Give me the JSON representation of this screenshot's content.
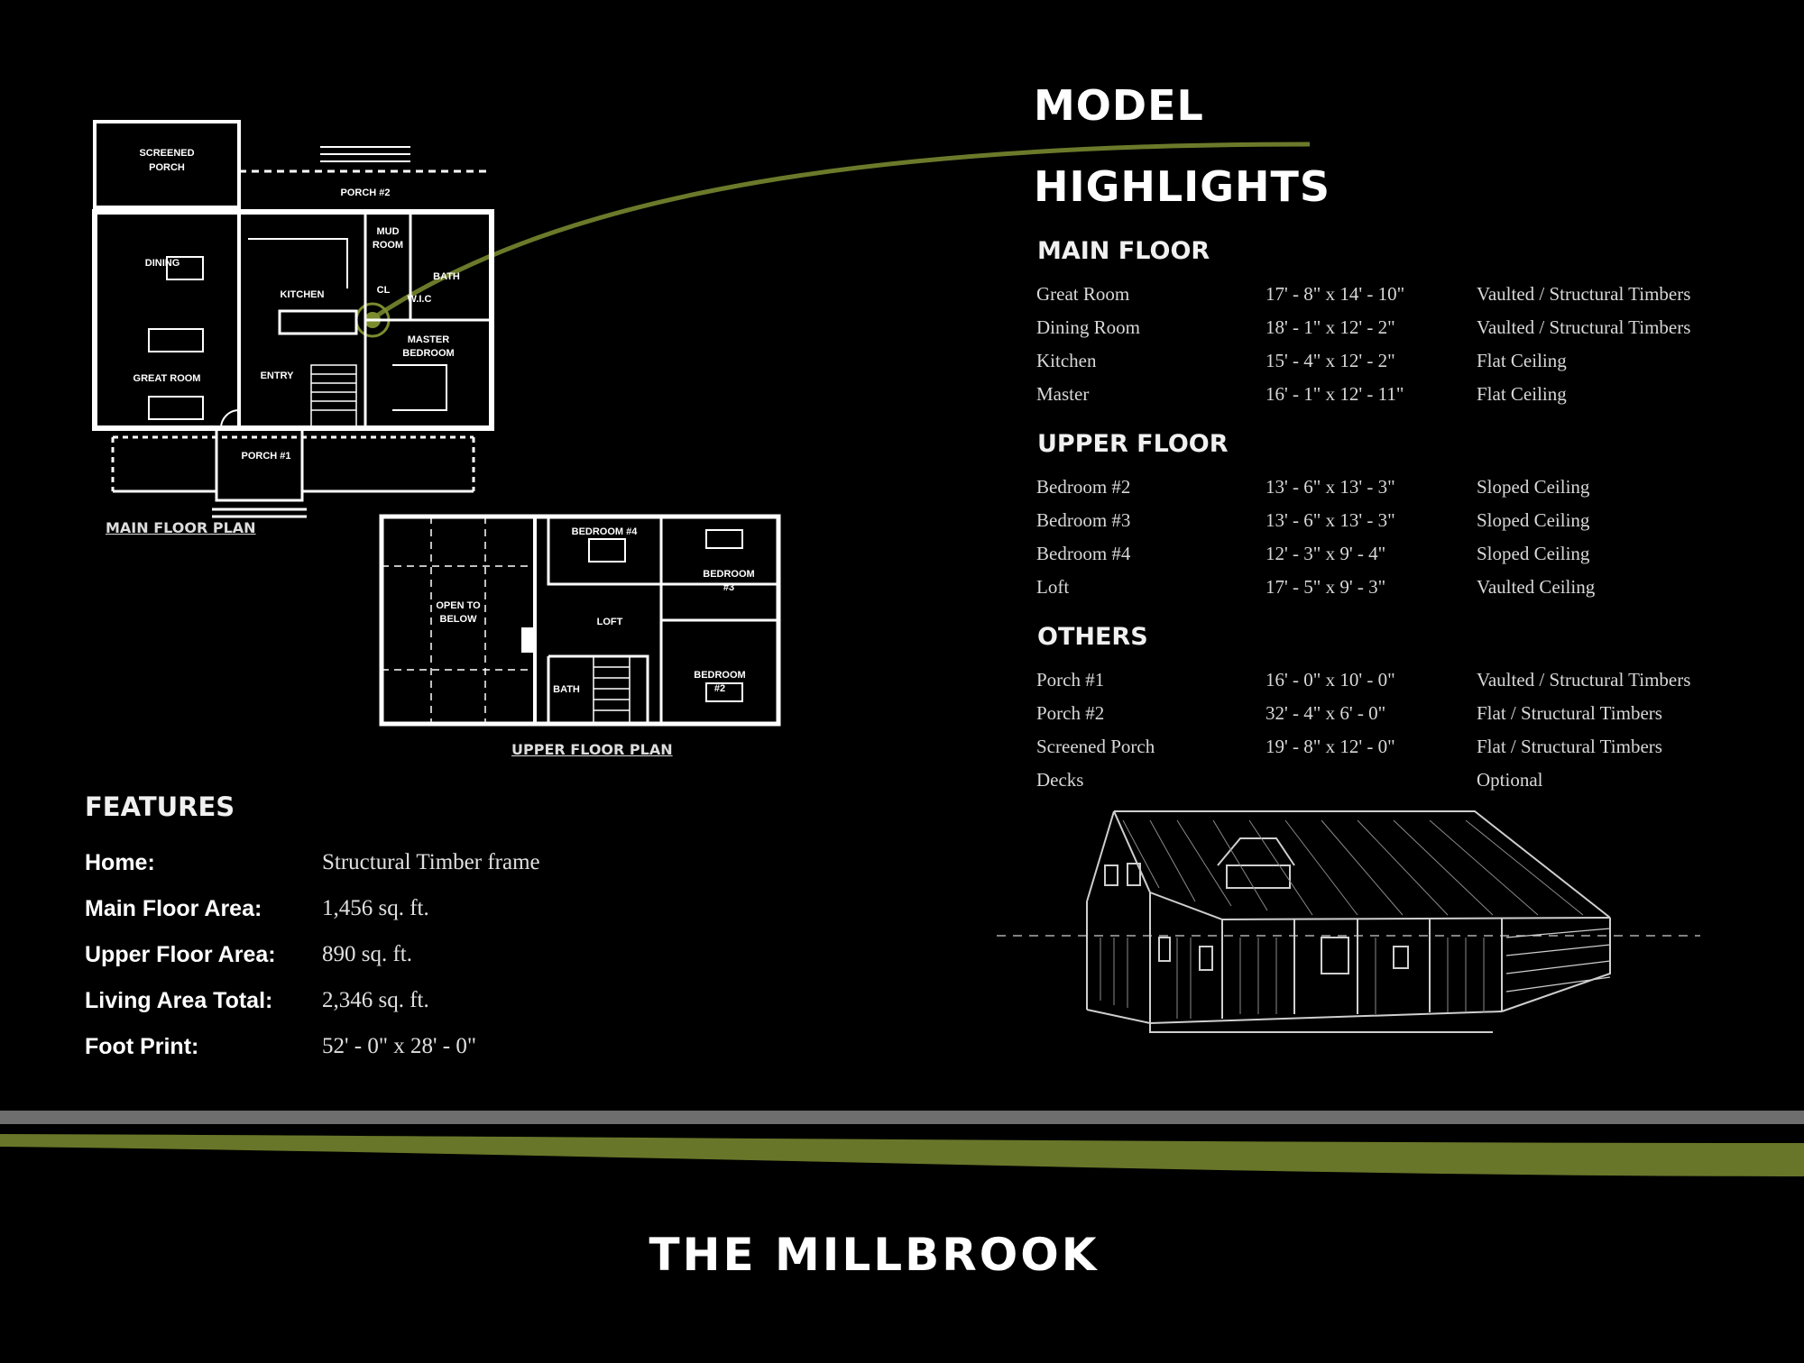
{
  "title_line1": "MODEL",
  "title_line2": "HIGHLIGHTS",
  "accent_color": "#6b7a2a",
  "sections": [
    {
      "heading": "MAIN FLOOR",
      "rows": [
        {
          "room": "Great Room",
          "size": "17' - 8\" x 14' - 10\"",
          "notes": "Vaulted / Structural Timbers"
        },
        {
          "room": "Dining Room",
          "size": "18' - 1\" x 12' - 2\"",
          "notes": "Vaulted / Structural Timbers"
        },
        {
          "room": "Kitchen",
          "size": "15' - 4\" x 12' - 2\"",
          "notes": "Flat Ceiling"
        },
        {
          "room": "Master",
          "size": "16' - 1\" x 12' - 11\"",
          "notes": "Flat Ceiling"
        }
      ]
    },
    {
      "heading": "UPPER FLOOR",
      "rows": [
        {
          "room": "Bedroom #2",
          "size": "13' - 6\" x 13' - 3\"",
          "notes": "Sloped Ceiling"
        },
        {
          "room": "Bedroom #3",
          "size": "13' - 6\" x 13' - 3\"",
          "notes": "Sloped Ceiling"
        },
        {
          "room": "Bedroom #4",
          "size": "12' - 3\" x 9' - 4\"",
          "notes": "Sloped Ceiling"
        },
        {
          "room": "Loft",
          "size": "17' - 5\" x 9' - 3\"",
          "notes": "Vaulted Ceiling"
        }
      ]
    },
    {
      "heading": "OTHERS",
      "rows": [
        {
          "room": "Porch #1",
          "size": "16' - 0\" x 10' - 0\"",
          "notes": "Vaulted / Structural Timbers"
        },
        {
          "room": "Porch #2",
          "size": "32' - 4\" x 6' - 0\"",
          "notes": "Flat / Structural Timbers"
        },
        {
          "room": "Screened Porch",
          "size": "19' - 8\" x 12' - 0\"",
          "notes": "Flat / Structural Timbers"
        },
        {
          "room": "Decks",
          "size": "",
          "notes": "Optional"
        }
      ]
    }
  ],
  "features": {
    "heading": "FEATURES",
    "items": [
      {
        "label": "Home:",
        "value": "Structural Timber frame"
      },
      {
        "label": "Main Floor Area:",
        "value": "1,456 sq. ft."
      },
      {
        "label": "Upper Floor Area:",
        "value": "890 sq. ft."
      },
      {
        "label": "Living Area Total:",
        "value": "2,346 sq. ft."
      },
      {
        "label": "Foot Print:",
        "value": "52' - 0\" x 28' - 0\""
      }
    ]
  },
  "main_plan": {
    "caption": "MAIN FLOOR PLAN",
    "rooms": {
      "screened": "SCREENED",
      "porch_word": "PORCH",
      "porch2": "PORCH #2",
      "dining": "DINING",
      "kitchen": "KITCHEN",
      "mud": "MUD",
      "room_word": "ROOM",
      "bath": "BATH",
      "wic": "W.I.C",
      "cl": "CL",
      "master": "MASTER",
      "bedroom_word": "BEDROOM",
      "entry": "ENTRY",
      "great": "GREAT ROOM",
      "porch1": "PORCH #1"
    }
  },
  "upper_plan": {
    "caption": "UPPER FLOOR PLAN",
    "rooms": {
      "open": "OPEN TO",
      "below": "BELOW",
      "bed4": "BEDROOM #4",
      "bed3a": "BEDROOM",
      "bed3b": "#3",
      "loft": "LOFT",
      "bed2a": "BEDROOM",
      "bed2b": "#2",
      "bath": "BATH"
    }
  },
  "footer_title": "THE MILLBROOK"
}
